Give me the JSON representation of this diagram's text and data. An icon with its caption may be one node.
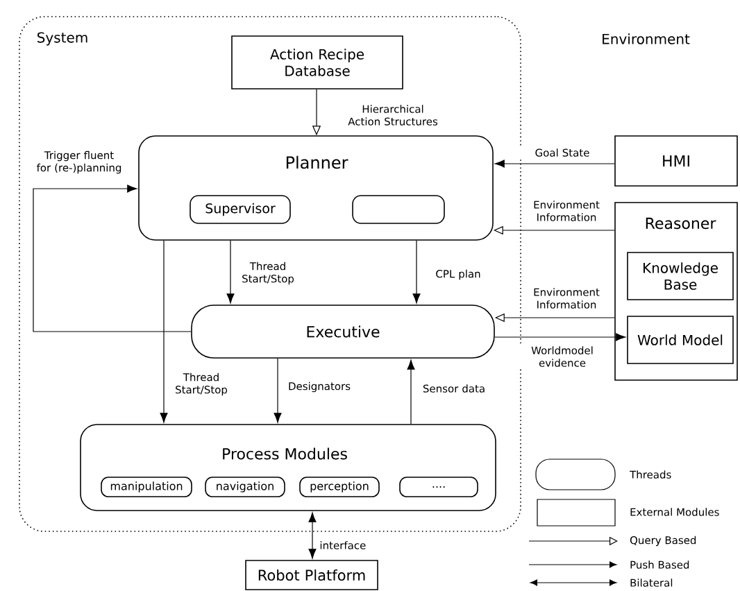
{
  "diagram": {
    "nodes": [
      {
        "text": [
          "System"
        ]
      },
      {
        "text": [
          "Action Recipe Database"
        ],
        "in": 0
      },
      {
        "text": [
          "Planner"
        ],
        "in": 0
      },
      {
        "text": [
          "Supervisor"
        ],
        "in": 2
      },
      {
        "text": [],
        "shape": "box",
        "in": 2
      },
      {
        "text": [
          "Executive"
        ],
        "in": 0
      },
      {
        "text": [
          "Process Modules"
        ],
        "in": 0
      },
      {
        "text": [
          "manipulation"
        ],
        "in": 6
      },
      {
        "text": [
          "navigation"
        ],
        "in": 6
      },
      {
        "text": [
          "perception"
        ],
        "in": 6
      },
      {
        "text": [
          "...."
        ],
        "in": 6
      },
      {
        "text": [
          "HMI"
        ]
      },
      {
        "text": [
          "Reasoner"
        ]
      },
      {
        "text": [
          "Knowledge Base"
        ],
        "in": 12
      },
      {
        "text": [
          "World Model"
        ],
        "in": 12
      },
      {
        "text": [
          "Robot Platform"
        ]
      }
    ],
    "edges": [
      {
        "from": 1,
        "to": 2,
        "arrow": "to",
        "label": "Hierarchical Action Structures"
      },
      {
        "from": 5,
        "to": 2,
        "arrow": "to",
        "label": "Trigger fluent for (re-)planning"
      },
      {
        "from": 2,
        "to": 5,
        "arrow": "to",
        "label": "Thread Start/Stop"
      },
      {
        "from": 2,
        "to": 5,
        "arrow": "to",
        "label": "CPL plan"
      },
      {
        "from": 2,
        "to": 6,
        "arrow": "to",
        "label": "Thread Start/Stop"
      },
      {
        "from": 5,
        "to": 6,
        "arrow": "to",
        "label": "Designators"
      },
      {
        "from": 6,
        "to": 5,
        "arrow": "to",
        "label": "Sensor data"
      },
      {
        "from": 11,
        "to": 2,
        "arrow": "to",
        "label": "Goal State"
      },
      {
        "from": 12,
        "to": 2,
        "arrow": "to",
        "label": "Environment Information"
      },
      {
        "from": 12,
        "to": 5,
        "arrow": "to",
        "label": "Environment Information"
      },
      {
        "from": 5,
        "to": 14,
        "arrow": "to",
        "label": "Worldmodel evidence"
      },
      {
        "from": 6,
        "to": 15,
        "arrow": "both",
        "label": "interface"
      }
    ],
    "labels": [
      "Environment"
    ],
    "legend": [
      {
        "text": "Threads"
      },
      {
        "text": "External Modules"
      },
      {
        "text": "Query Based"
      },
      {
        "text": "Push Based"
      },
      {
        "text": "Bilateral"
      }
    ]
  }
}
